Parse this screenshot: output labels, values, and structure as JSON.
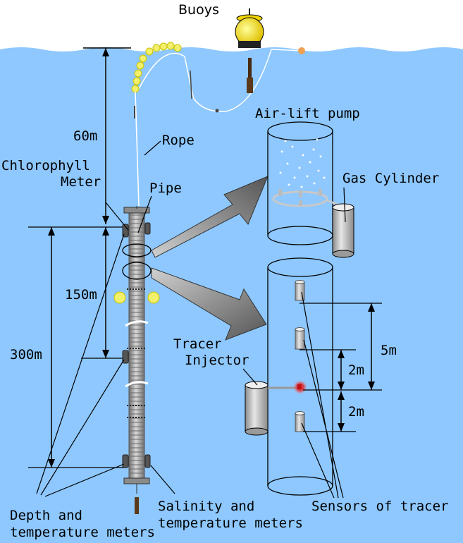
{
  "labels": {
    "buoys": "Buoys",
    "air_lift_pump": "Air-lift pump",
    "rope": "Rope",
    "depth_60": "60m",
    "chlorophyll_1": "Chlorophyll",
    "chlorophyll_2": "Meter",
    "pipe": "Pipe",
    "gas_cylinder": "Gas Cylinder",
    "depth_150": "150m",
    "depth_300": "300m",
    "tracer_1": "Tracer",
    "tracer_2": "Injector",
    "dist_5m": "5m",
    "dist_2m_upper": "2m",
    "dist_2m_lower": "2m",
    "depth_meters_1": "Depth and",
    "depth_meters_2": "temperature meters",
    "salinity_1": "Salinity and",
    "salinity_2": "temperature meters",
    "sensors": "Sensors of tracer"
  },
  "colors": {
    "sea": "#8ec8ff",
    "float_yellow": "#f2f06a",
    "pipe_gray": "#9a9a9a",
    "arrow_gray": "#707070",
    "tracer_red": "#e02020"
  }
}
